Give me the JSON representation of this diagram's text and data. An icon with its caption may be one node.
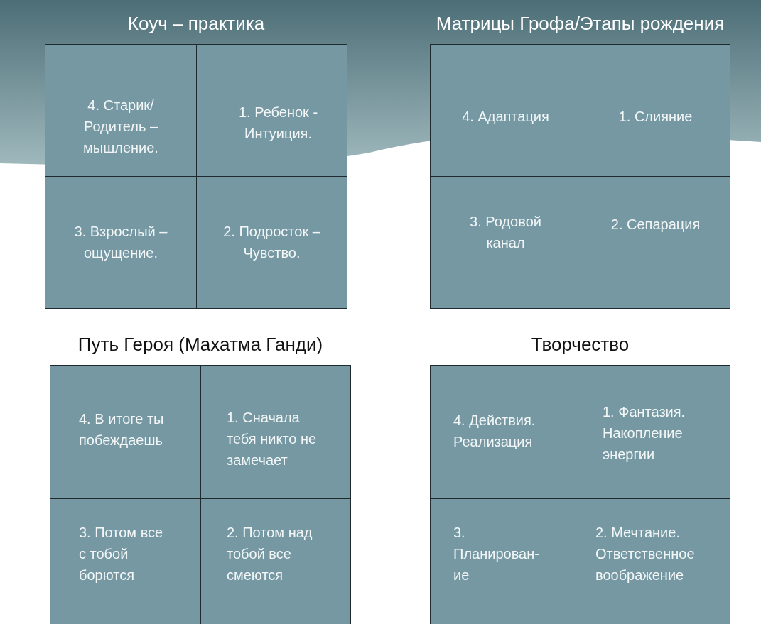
{
  "diagram": {
    "nodes": [
      {
        "text": [
          "Коуч – практика"
        ]
      },
      {
        "text": [
          "4. Старик/ Родитель – мышление."
        ],
        "in": 0
      },
      {
        "text": [
          "1. Ребенок - Интуиция."
        ],
        "in": 0
      },
      {
        "text": [
          "3. Взрослый – ощущение."
        ],
        "in": 0
      },
      {
        "text": [
          "2. Подросток – Чувство."
        ],
        "in": 0
      },
      {
        "text": [
          "Матрицы Грофа/Этапы рождения"
        ]
      },
      {
        "text": [
          "4. Адаптация"
        ],
        "in": 5
      },
      {
        "text": [
          "1. Слияние"
        ],
        "in": 5
      },
      {
        "text": [
          "3. Родовой канал"
        ],
        "in": 5
      },
      {
        "text": [
          "2. Сепарация"
        ],
        "in": 5
      },
      {
        "text": [
          "Путь Героя (Махатма Ганди)"
        ]
      },
      {
        "text": [
          "4. В итоге ты побеждаешь"
        ],
        "in": 10
      },
      {
        "text": [
          "1. Сначала тебя никто не замечает"
        ],
        "in": 10
      },
      {
        "text": [
          "3. Потом все с тобой борются"
        ],
        "in": 10
      },
      {
        "text": [
          "2. Потом над тобой все смеются"
        ],
        "in": 10
      },
      {
        "text": [
          "Творчество"
        ]
      },
      {
        "text": [
          "4. Действия. Реализация"
        ],
        "in": 15
      },
      {
        "text": [
          "1. Фантазия. Накопление энергии"
        ],
        "in": 15
      },
      {
        "text": [
          "3. Планирован- ие"
        ],
        "in": 15
      },
      {
        "text": [
          "2. Мечтание. Ответственное воображение"
        ],
        "in": 15
      }
    ]
  }
}
